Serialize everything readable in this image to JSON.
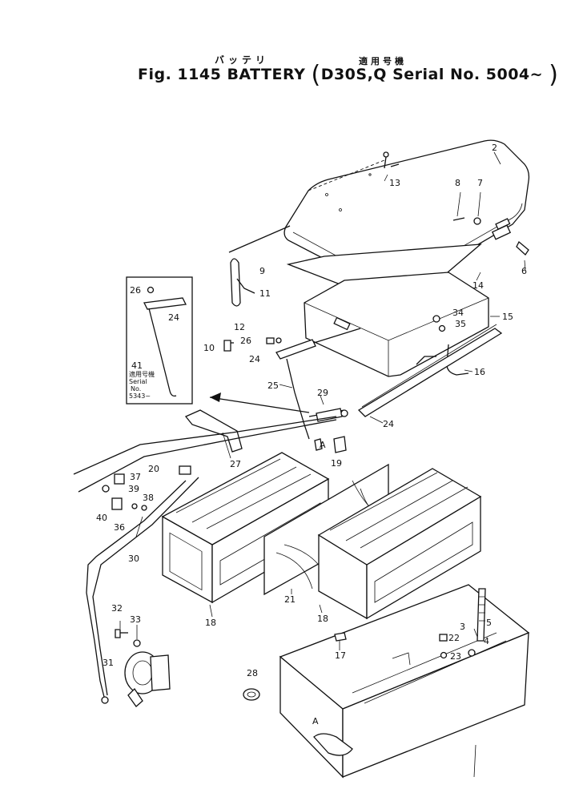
{
  "header": {
    "kana_battery": "バッテリ",
    "kana_serial": "適用号機",
    "fig_label": "Fig. 1145",
    "name": "BATTERY",
    "model": "D30S,Q",
    "serial": "Serial No. 5004~"
  },
  "inset": {
    "line1": "適用号機",
    "line2": "Serial",
    "line3": "No.",
    "line4": "5343~"
  },
  "parts": [
    {
      "id": "2",
      "label": "2"
    },
    {
      "id": "8a",
      "label": "8"
    },
    {
      "id": "7",
      "label": "7"
    },
    {
      "id": "13",
      "label": "13"
    },
    {
      "id": "6",
      "label": "6"
    },
    {
      "id": "9",
      "label": "9"
    },
    {
      "id": "11",
      "label": "11"
    },
    {
      "id": "12",
      "label": "12"
    },
    {
      "id": "14",
      "label": "14"
    },
    {
      "id": "34",
      "label": "34"
    },
    {
      "id": "35",
      "label": "35"
    },
    {
      "id": "15",
      "label": "15"
    },
    {
      "id": "16",
      "label": "16"
    },
    {
      "id": "26a",
      "label": "26"
    },
    {
      "id": "26b",
      "label": "26"
    },
    {
      "id": "10",
      "label": "10"
    },
    {
      "id": "24a",
      "label": "24"
    },
    {
      "id": "24b",
      "label": "24"
    },
    {
      "id": "24c",
      "label": "24"
    },
    {
      "id": "41",
      "label": "41"
    },
    {
      "id": "25",
      "label": "25"
    },
    {
      "id": "29",
      "label": "29"
    },
    {
      "id": "A1",
      "label": "A"
    },
    {
      "id": "19",
      "label": "19"
    },
    {
      "id": "27",
      "label": "27"
    },
    {
      "id": "20",
      "label": "20"
    },
    {
      "id": "37",
      "label": "37"
    },
    {
      "id": "39",
      "label": "39"
    },
    {
      "id": "38",
      "label": "38"
    },
    {
      "id": "40",
      "label": "40"
    },
    {
      "id": "36",
      "label": "36"
    },
    {
      "id": "30",
      "label": "30"
    },
    {
      "id": "18a",
      "label": "18"
    },
    {
      "id": "21",
      "label": "21"
    },
    {
      "id": "18b",
      "label": "18"
    },
    {
      "id": "32",
      "label": "32"
    },
    {
      "id": "33",
      "label": "33"
    },
    {
      "id": "31",
      "label": "31"
    },
    {
      "id": "3",
      "label": "3"
    },
    {
      "id": "5",
      "label": "5"
    },
    {
      "id": "22",
      "label": "22"
    },
    {
      "id": "23",
      "label": "23"
    },
    {
      "id": "4",
      "label": "4"
    },
    {
      "id": "17",
      "label": "17"
    },
    {
      "id": "28",
      "label": "28"
    },
    {
      "id": "A2",
      "label": "A"
    }
  ]
}
